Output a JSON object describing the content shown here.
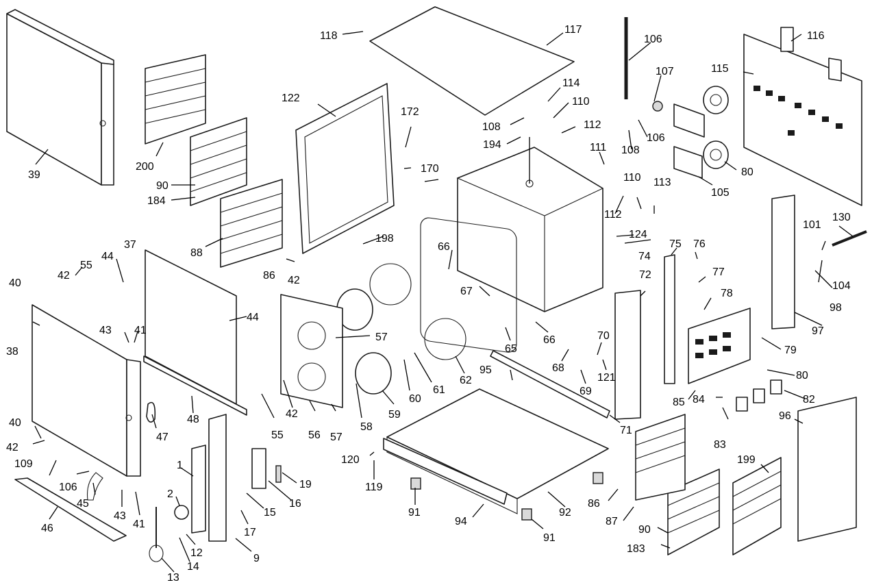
{
  "diagram": {
    "type": "exploded-parts-view",
    "callouts": [
      "1",
      "2",
      "9",
      "12",
      "13",
      "14",
      "15",
      "16",
      "17",
      "19",
      "37",
      "38",
      "39",
      "40",
      "41",
      "42",
      "43",
      "44",
      "45",
      "46",
      "47",
      "48",
      "55",
      "56",
      "57",
      "58",
      "59",
      "60",
      "61",
      "62",
      "65",
      "66",
      "67",
      "68",
      "69",
      "70",
      "71",
      "72",
      "74",
      "75",
      "76",
      "77",
      "78",
      "79",
      "80",
      "82",
      "83",
      "84",
      "85",
      "86",
      "87",
      "88",
      "90",
      "91",
      "92",
      "94",
      "95",
      "96",
      "97",
      "98",
      "101",
      "104",
      "105",
      "106",
      "107",
      "108",
      "109",
      "110",
      "111",
      "112",
      "113",
      "114",
      "115",
      "116",
      "117",
      "118",
      "119",
      "120",
      "121",
      "122",
      "124",
      "130",
      "170",
      "172",
      "183",
      "184",
      "194",
      "198",
      "199",
      "200"
    ]
  }
}
